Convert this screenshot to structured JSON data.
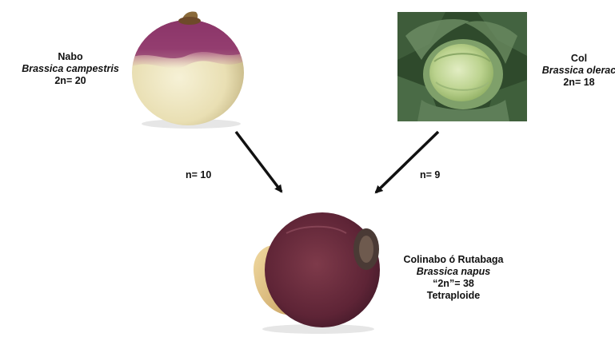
{
  "nabo": {
    "name": "Nabo",
    "species": "Brassica campestris",
    "chromosomes": "2n= 20"
  },
  "col": {
    "name": "Col",
    "species": "Brassica olerac",
    "chromosomes": "2n= 18"
  },
  "rutabaga": {
    "name": "Colinabo ó Rutabaga",
    "species": "Brassica napus",
    "chromosomes": "“2n”= 38",
    "ploidy": "Tetraploide"
  },
  "gametes": {
    "left": "n= 10",
    "right": "n= 9"
  }
}
